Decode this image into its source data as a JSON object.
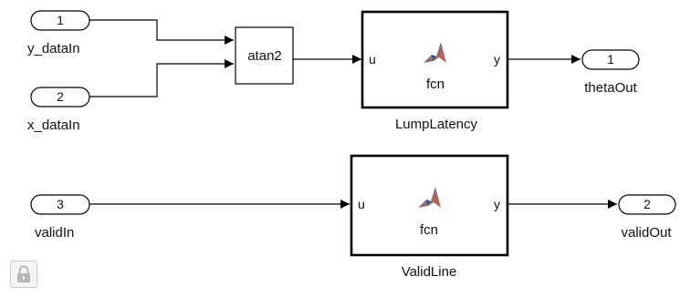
{
  "inports": [
    {
      "number": "1",
      "name": "y_dataIn"
    },
    {
      "number": "2",
      "name": "x_dataIn"
    },
    {
      "number": "3",
      "name": "validIn"
    }
  ],
  "outports": [
    {
      "number": "1",
      "name": "thetaOut"
    },
    {
      "number": "2",
      "name": "validOut"
    }
  ],
  "atan2_block": {
    "label": "atan2"
  },
  "function_blocks": [
    {
      "name": "LumpLatency",
      "inside_label": "fcn",
      "input_label": "u",
      "output_label": "y",
      "icon": "matlab-logo-icon"
    },
    {
      "name": "ValidLine",
      "inside_label": "fcn",
      "input_label": "u",
      "output_label": "y",
      "icon": "matlab-logo-icon"
    }
  ],
  "toolbar": {
    "lock_icon": "lock-icon"
  }
}
